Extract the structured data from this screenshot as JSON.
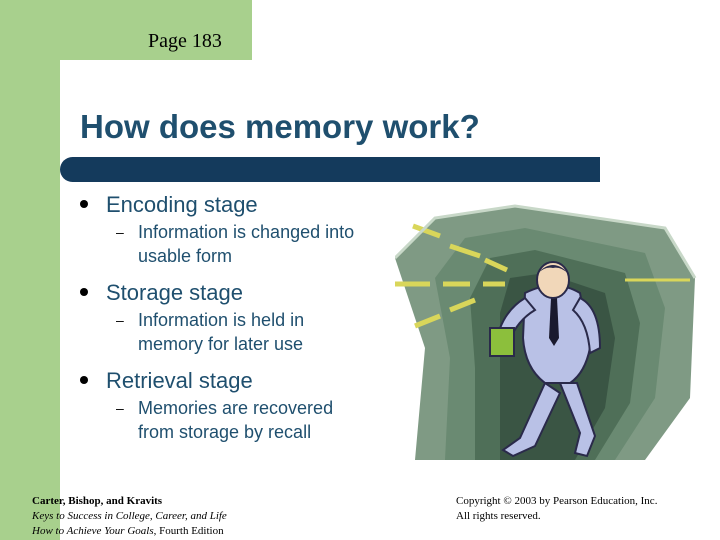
{
  "page_label": "Page 183",
  "title": "How does memory work?",
  "bullets": [
    {
      "label": "Encoding stage",
      "sub": "Information is changed into usable form"
    },
    {
      "label": "Storage stage",
      "sub": "Information is held in memory for later use"
    },
    {
      "label": "Retrieval stage",
      "sub": "Memories are recovered from storage by recall"
    }
  ],
  "footer": {
    "authors": "Carter, Bishop, and Kravits",
    "book_line1": "Keys to Success in College, Career, and Life",
    "book_line2_italic": "How to Achieve Your Goals",
    "book_line2_rest": ", Fourth Edition",
    "copyright": "Copyright © 2003 by Pearson Education, Inc.",
    "rights": "All rights reserved."
  },
  "colors": {
    "accent_green": "#a8d08d",
    "title_blue": "#1f4f6e",
    "bar_navy": "#143a5c"
  },
  "icons": {
    "bullet": "filled-circle",
    "sub_bullet": "dash",
    "clipart": "businessman-falling-into-tunnel"
  }
}
